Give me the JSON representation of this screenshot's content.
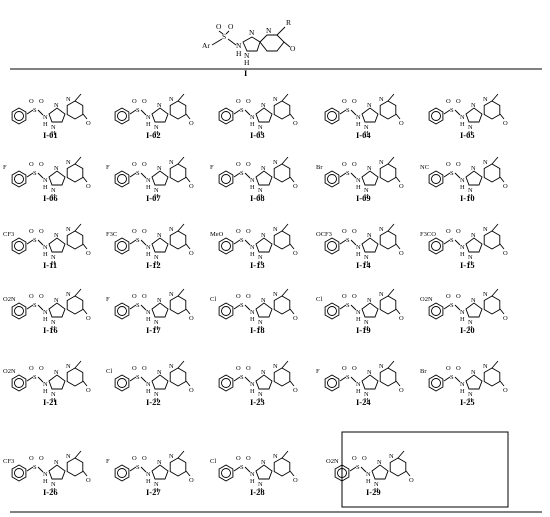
{
  "header": {
    "label": "I",
    "atoms": [
      "R",
      "Ar",
      "S",
      "O",
      "O",
      "N",
      "N",
      "N",
      "H",
      "N",
      "H",
      "O"
    ]
  },
  "compounds": [
    {
      "label": "I-01"
    },
    {
      "label": "I-02"
    },
    {
      "label": "I-03"
    },
    {
      "label": "I-04"
    },
    {
      "label": "I-05"
    },
    {
      "label": "I-06",
      "substituent": "F"
    },
    {
      "label": "I-07",
      "substituent": "F"
    },
    {
      "label": "I-08",
      "substituent": "F"
    },
    {
      "label": "I-09",
      "substituent": "Br"
    },
    {
      "label": "I-10",
      "substituent": "NC"
    },
    {
      "label": "I-11",
      "substituent": "CF3"
    },
    {
      "label": "I-12",
      "substituent": "F3C"
    },
    {
      "label": "I-13",
      "substituent": "MeO"
    },
    {
      "label": "I-14",
      "substituent": "OCF3"
    },
    {
      "label": "I-15",
      "substituent": "F3CO"
    },
    {
      "label": "I-16",
      "substituent": "O2N"
    },
    {
      "label": "I-17",
      "substituent": "F"
    },
    {
      "label": "I-18",
      "substituent": "Cl"
    },
    {
      "label": "I-19",
      "substituent": "Cl"
    },
    {
      "label": "I-20",
      "substituent": "O2N"
    },
    {
      "label": "I-21",
      "substituent": "O2N"
    },
    {
      "label": "I-22",
      "substituent": "Cl"
    },
    {
      "label": "I-23"
    },
    {
      "label": "I-24",
      "substituent": "F"
    },
    {
      "label": "I-25",
      "substituent": "Br"
    },
    {
      "label": "I-26",
      "substituent": "CF3"
    },
    {
      "label": "I-27",
      "substituent": "F"
    },
    {
      "label": "I-28",
      "substituent": "Cl"
    },
    {
      "label": "I-29",
      "substituent": "O2N",
      "boxed": true
    }
  ],
  "core_atoms": {
    "sulfur": "S",
    "oxygen": "O",
    "nitrogen": "N",
    "hydrogen": "H",
    "ketone": "O"
  }
}
